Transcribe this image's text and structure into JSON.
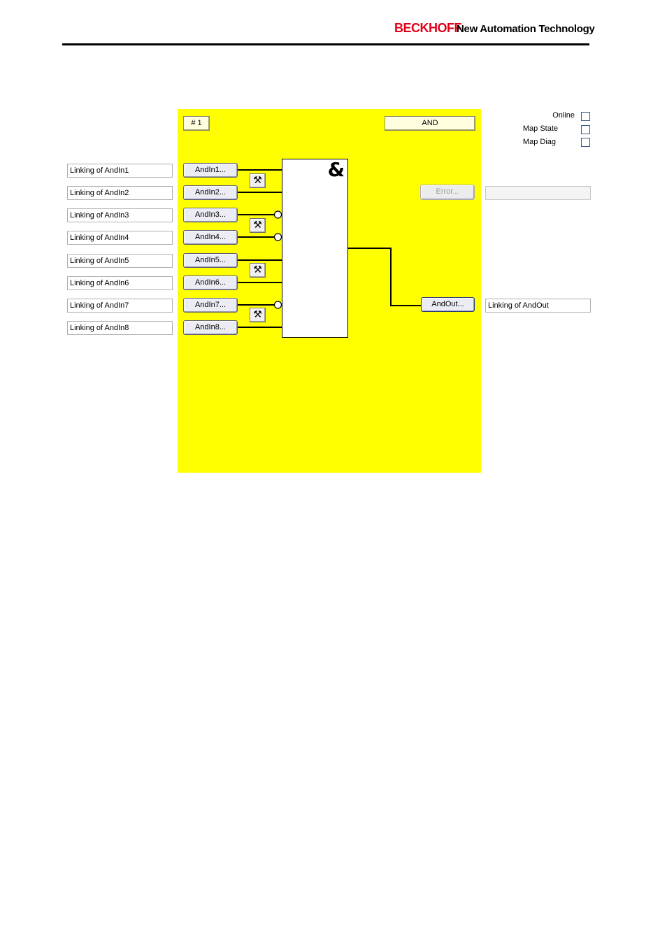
{
  "header": {
    "brand": "BECKHOFF",
    "tagline": "New Automation Technology"
  },
  "block": {
    "number": "# 1",
    "type": "AND",
    "symbol": "&"
  },
  "options": [
    {
      "label": "Online",
      "checked": false
    },
    {
      "label": "Map State",
      "checked": false
    },
    {
      "label": "Map Diag",
      "checked": false
    }
  ],
  "inputs": [
    {
      "button": "AndIn1...",
      "link": "Linking of AndIn1",
      "negated": false
    },
    {
      "button": "AndIn2...",
      "link": "Linking of AndIn2",
      "negated": false
    },
    {
      "button": "AndIn3...",
      "link": "Linking of AndIn3",
      "negated": true
    },
    {
      "button": "AndIn4...",
      "link": "Linking of AndIn4",
      "negated": true
    },
    {
      "button": "AndIn5...",
      "link": "Linking of AndIn5",
      "negated": false
    },
    {
      "button": "AndIn6...",
      "link": "Linking of AndIn6",
      "negated": false
    },
    {
      "button": "AndIn7...",
      "link": "Linking of AndIn7",
      "negated": true
    },
    {
      "button": "AndIn8...",
      "link": "Linking of AndIn8",
      "negated": false
    }
  ],
  "error": {
    "button": "Error...",
    "value": ""
  },
  "output": {
    "button": "AndOut...",
    "link": "Linking of AndOut"
  },
  "icons": {
    "settings_tool": "hammer-wrench-icon"
  },
  "colors": {
    "panel": "#ffff00",
    "brand": "#e2001a"
  }
}
